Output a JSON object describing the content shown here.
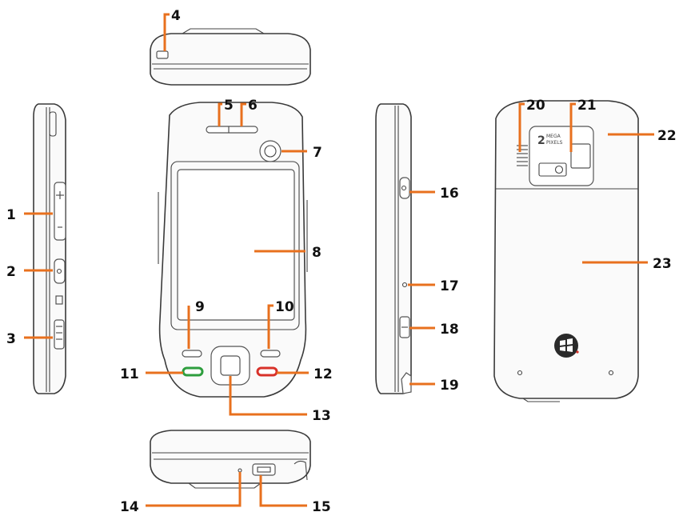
{
  "callouts": [
    {
      "id": "1",
      "text": "1"
    },
    {
      "id": "2",
      "text": "2"
    },
    {
      "id": "3",
      "text": "3"
    },
    {
      "id": "4",
      "text": "4"
    },
    {
      "id": "5",
      "text": "5"
    },
    {
      "id": "6",
      "text": "6"
    },
    {
      "id": "7",
      "text": "7"
    },
    {
      "id": "8",
      "text": "8"
    },
    {
      "id": "9",
      "text": "9"
    },
    {
      "id": "10",
      "text": "10"
    },
    {
      "id": "11",
      "text": "11"
    },
    {
      "id": "12",
      "text": "12"
    },
    {
      "id": "13",
      "text": "13"
    },
    {
      "id": "14",
      "text": "14"
    },
    {
      "id": "15",
      "text": "15"
    },
    {
      "id": "16",
      "text": "16"
    },
    {
      "id": "17",
      "text": "17"
    },
    {
      "id": "18",
      "text": "18"
    },
    {
      "id": "19",
      "text": "19"
    },
    {
      "id": "20",
      "text": "20"
    },
    {
      "id": "21",
      "text": "21"
    },
    {
      "id": "22",
      "text": "22"
    },
    {
      "id": "23",
      "text": "23"
    }
  ],
  "camera_badge": {
    "line1": "MEGA",
    "line2": "PIXELS",
    "digit": "2"
  },
  "colors": {
    "leader": "#e8701e",
    "outline": "#3a3a3a",
    "call_key": "#2e9e3e",
    "end_key": "#d8322a",
    "label": "#111111"
  },
  "icons": [
    "windows-logo-icon",
    "camera-lens-icon",
    "speaker-grille-icon"
  ]
}
